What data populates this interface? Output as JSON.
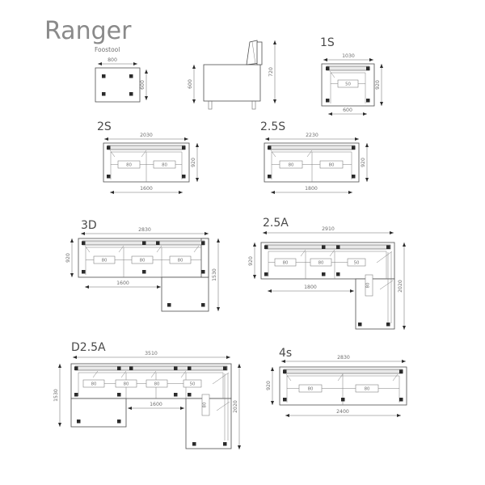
{
  "document": {
    "title": "Ranger",
    "type": "furniture-dimension-drawing",
    "units": "mm",
    "background_color": "#ffffff",
    "line_color": "#4f4f4f",
    "text_color": "#6f6f6f",
    "title_color": "#8a8a8a",
    "foot_color": "#2b2b2b"
  },
  "models": [
    {
      "id": "footstool",
      "label": "Foostool",
      "width": "800",
      "depth": "600",
      "cushions": [],
      "feet": 4
    },
    {
      "id": "elevation",
      "label": "",
      "seat_height": "600",
      "back_height": "720"
    },
    {
      "id": "1s",
      "label": "1S",
      "width": "1030",
      "depth": "920",
      "seat_width": "600",
      "cushions": [
        "50"
      ],
      "feet": 4
    },
    {
      "id": "2s",
      "label": "2S",
      "width": "2030",
      "depth": "920",
      "seat_width": "1600",
      "cushions": [
        "80",
        "80"
      ],
      "feet": 4
    },
    {
      "id": "2.5s",
      "label": "2.5S",
      "width": "2230",
      "depth": "920",
      "seat_width": "1800",
      "cushions": [
        "80",
        "80"
      ],
      "feet": 4
    },
    {
      "id": "3d",
      "label": "3D",
      "width": "2830",
      "depth": "920",
      "depth_right": "1530",
      "seat_width": "1600",
      "cushions": [
        "80",
        "80",
        "80"
      ],
      "feet": 8
    },
    {
      "id": "2.5a",
      "label": "2.5A",
      "width": "2910",
      "depth": "920",
      "depth_right": "2020",
      "seat_width": "1800",
      "cushions": [
        "80",
        "80",
        "50"
      ],
      "side_cushion": "80",
      "feet": 8
    },
    {
      "id": "d2.5a",
      "label": "D2.5A",
      "width": "3510",
      "depth": "1530",
      "depth_right": "2020",
      "seat_width": "1600",
      "cushions": [
        "80",
        "80",
        "80",
        "50"
      ],
      "side_cushion": "80",
      "feet": 12
    },
    {
      "id": "4s",
      "label": "4s",
      "width": "2830",
      "depth": "920",
      "seat_width": "2400",
      "cushions": [
        "80",
        "80"
      ],
      "feet": 4
    }
  ]
}
